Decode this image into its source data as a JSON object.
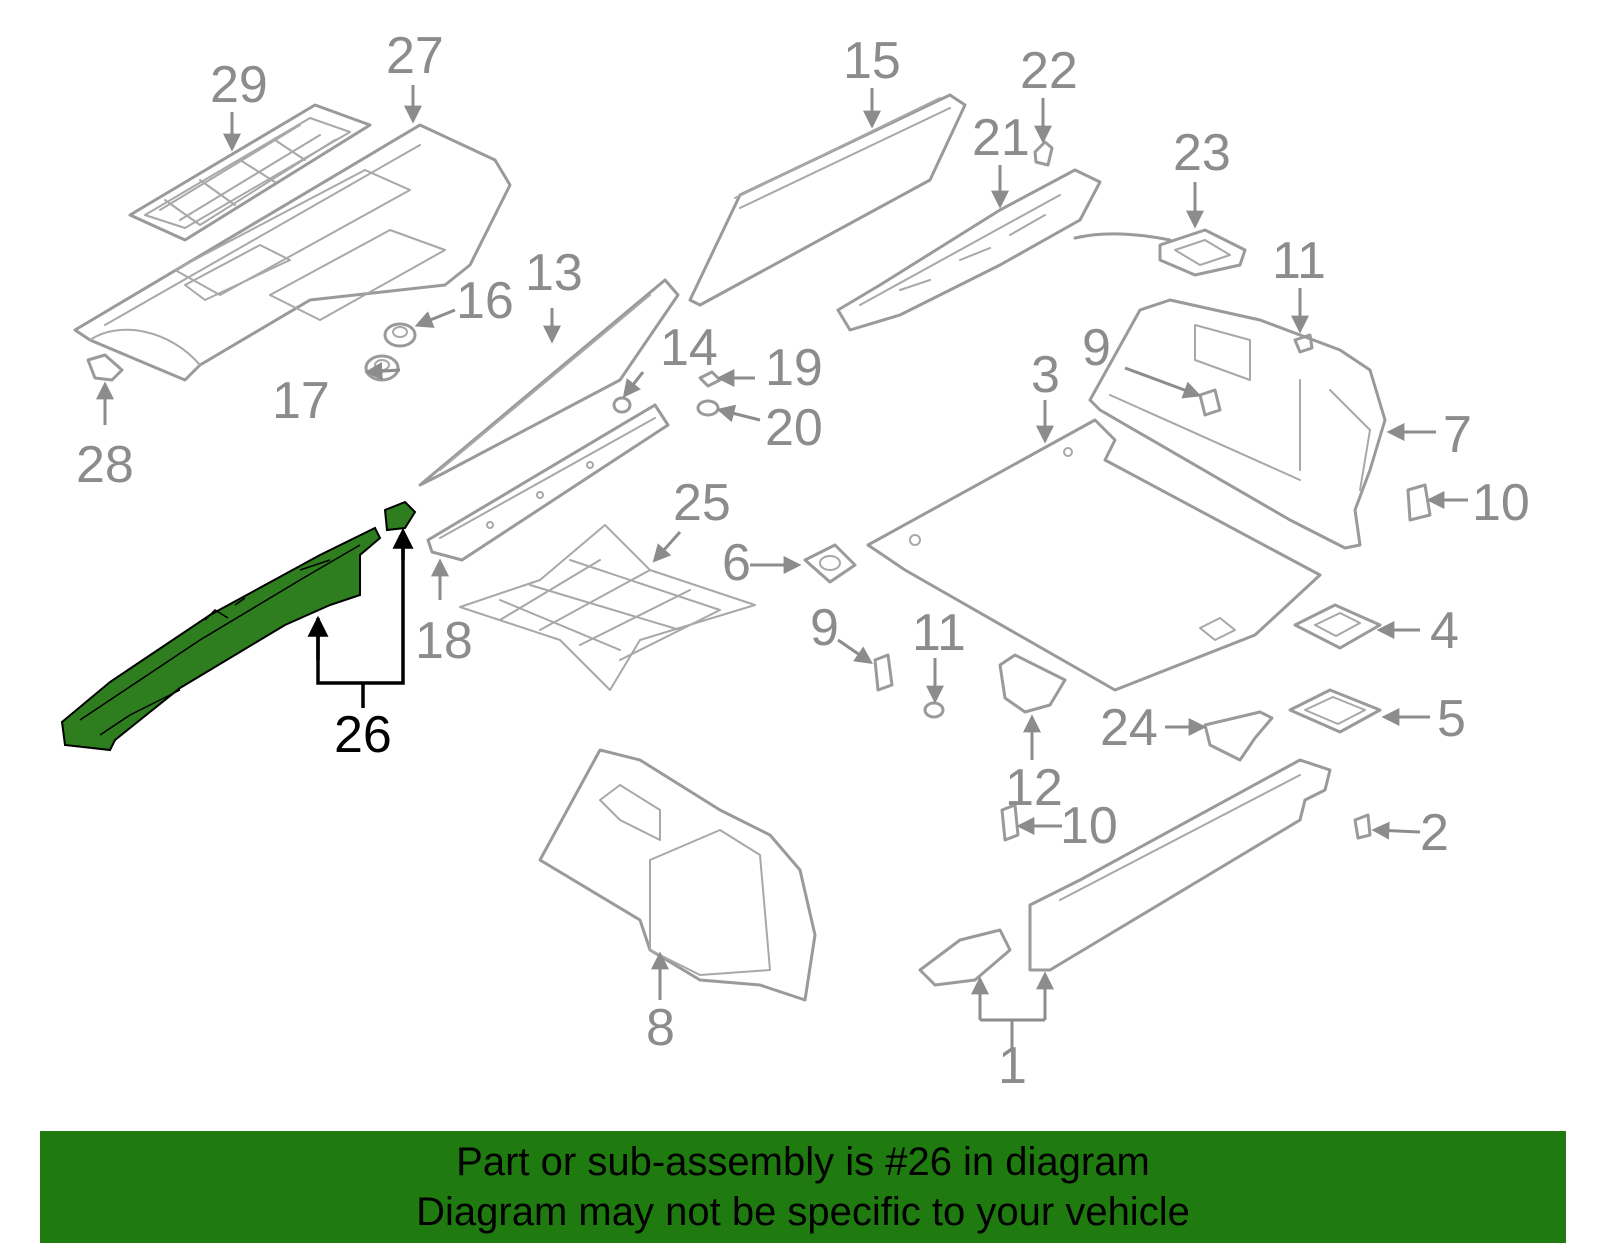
{
  "diagram": {
    "callouts": {
      "c1": "1",
      "c2": "2",
      "c3": "3",
      "c4": "4",
      "c5": "5",
      "c6": "6",
      "c7": "7",
      "c8": "8",
      "c9a": "9",
      "c9b": "9",
      "c10a": "10",
      "c10b": "10",
      "c11a": "11",
      "c11b": "11",
      "c12": "12",
      "c13": "13",
      "c14": "14",
      "c15": "15",
      "c16": "16",
      "c17": "17",
      "c18": "18",
      "c19": "19",
      "c20": "20",
      "c21": "21",
      "c22": "22",
      "c23": "23",
      "c24": "24",
      "c25": "25",
      "c26": "26",
      "c27": "27",
      "c28": "28",
      "c29": "29"
    },
    "highlighted_part": "26",
    "colors": {
      "highlight_fill": "#2e7d1e",
      "outline_gray": "#9a9a9a",
      "label_gray": "#8c8c8c",
      "banner_bg": "#1f7a10"
    }
  },
  "banner": {
    "line1": "Part or sub-assembly is #26 in diagram",
    "line2": "Diagram may not be specific to your vehicle"
  }
}
